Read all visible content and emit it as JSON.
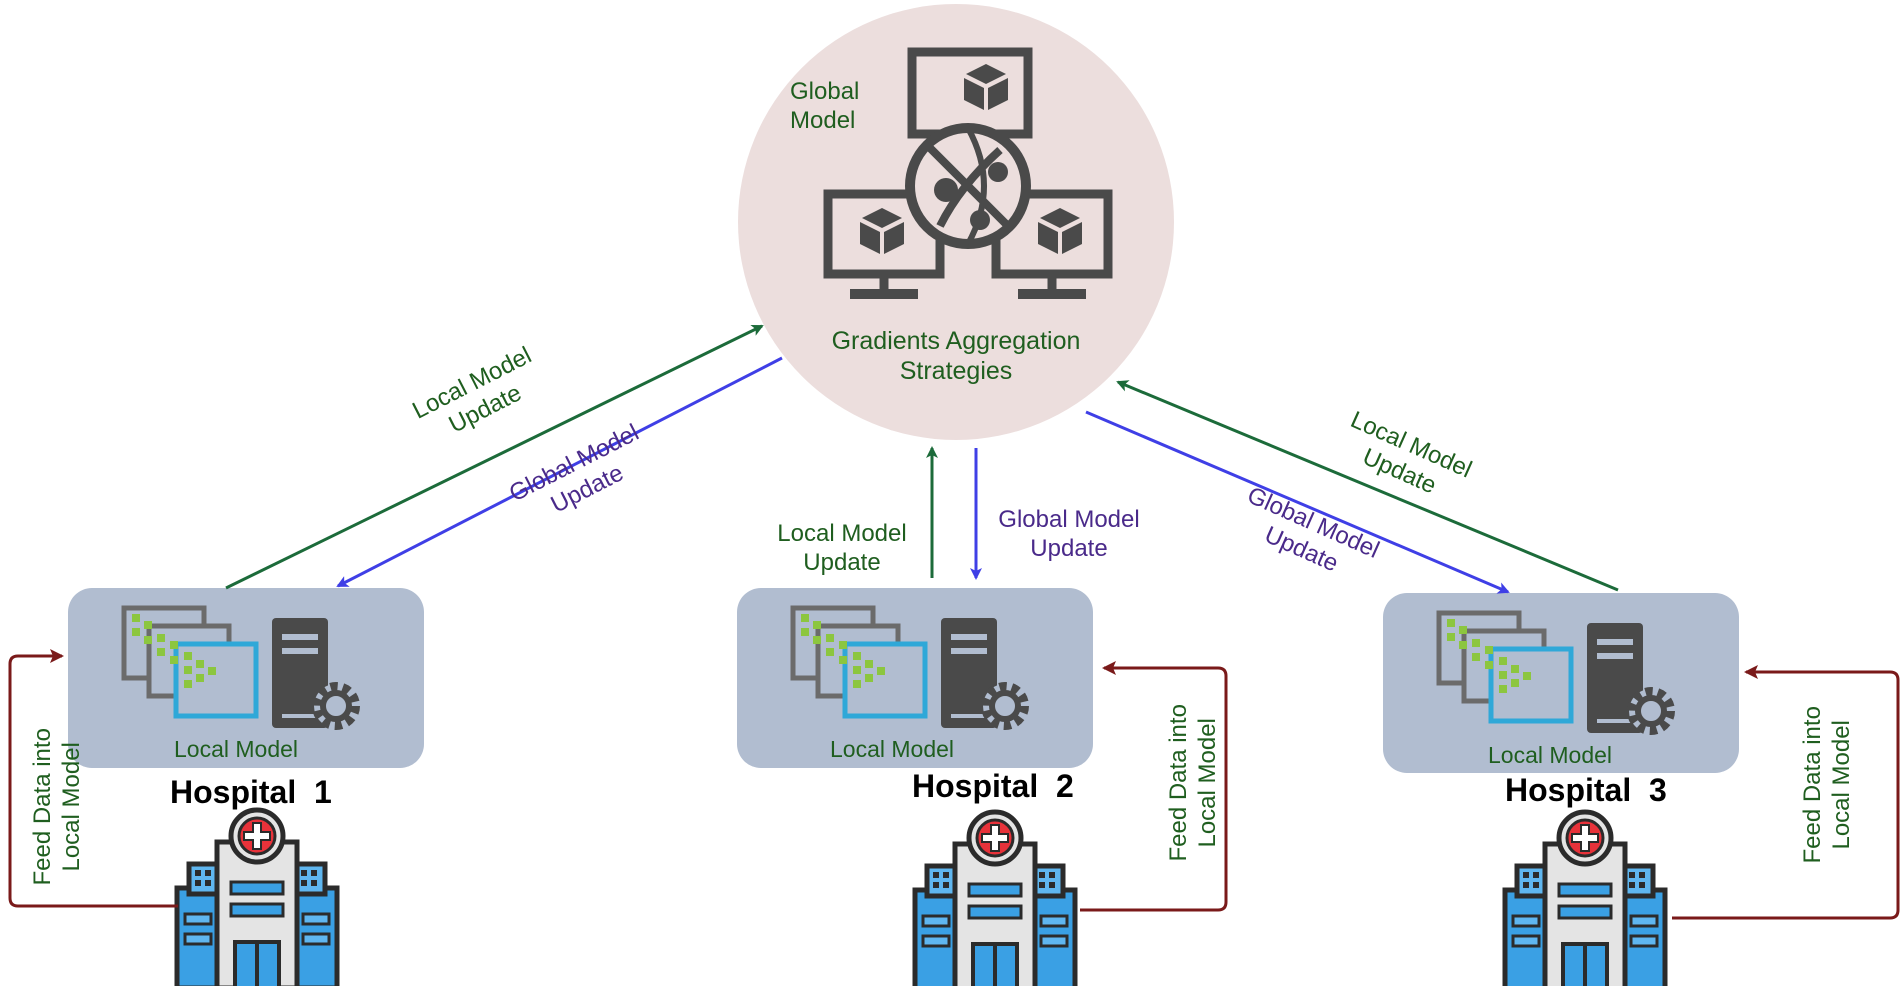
{
  "server": {
    "global_model": [
      "Global",
      "Model"
    ],
    "aggregation": [
      "Gradients Aggregation",
      "Strategies"
    ]
  },
  "hospitals": [
    {
      "title": "Hospital  1",
      "model_label": "Local Model"
    },
    {
      "title": "Hospital  2",
      "model_label": "Local Model"
    },
    {
      "title": "Hospital  3",
      "model_label": "Local Model"
    }
  ],
  "arrows": {
    "h1_local": [
      "Local Model",
      "Update"
    ],
    "h1_global": [
      "Global Model",
      "Update"
    ],
    "h2_local": [
      "Local Model",
      "Update"
    ],
    "h2_global": [
      "Global Model",
      "Update"
    ],
    "h3_local": [
      "Local Model",
      "Update"
    ],
    "h3_global": [
      "Global Model",
      "Update"
    ]
  },
  "feed": [
    "Feed Data into",
    "Local Model"
  ],
  "colors": {
    "server_circle": "#ecdedd",
    "model_box": "#b1bdd0",
    "local_arrow": "#1c6b3a",
    "global_arrow": "#3f3fe6",
    "feed_arrow": "#7a1a1a",
    "icon_gray": "#4a4a4a",
    "icon_green": "#8cc63f",
    "icon_blue": "#2fa8d8"
  }
}
